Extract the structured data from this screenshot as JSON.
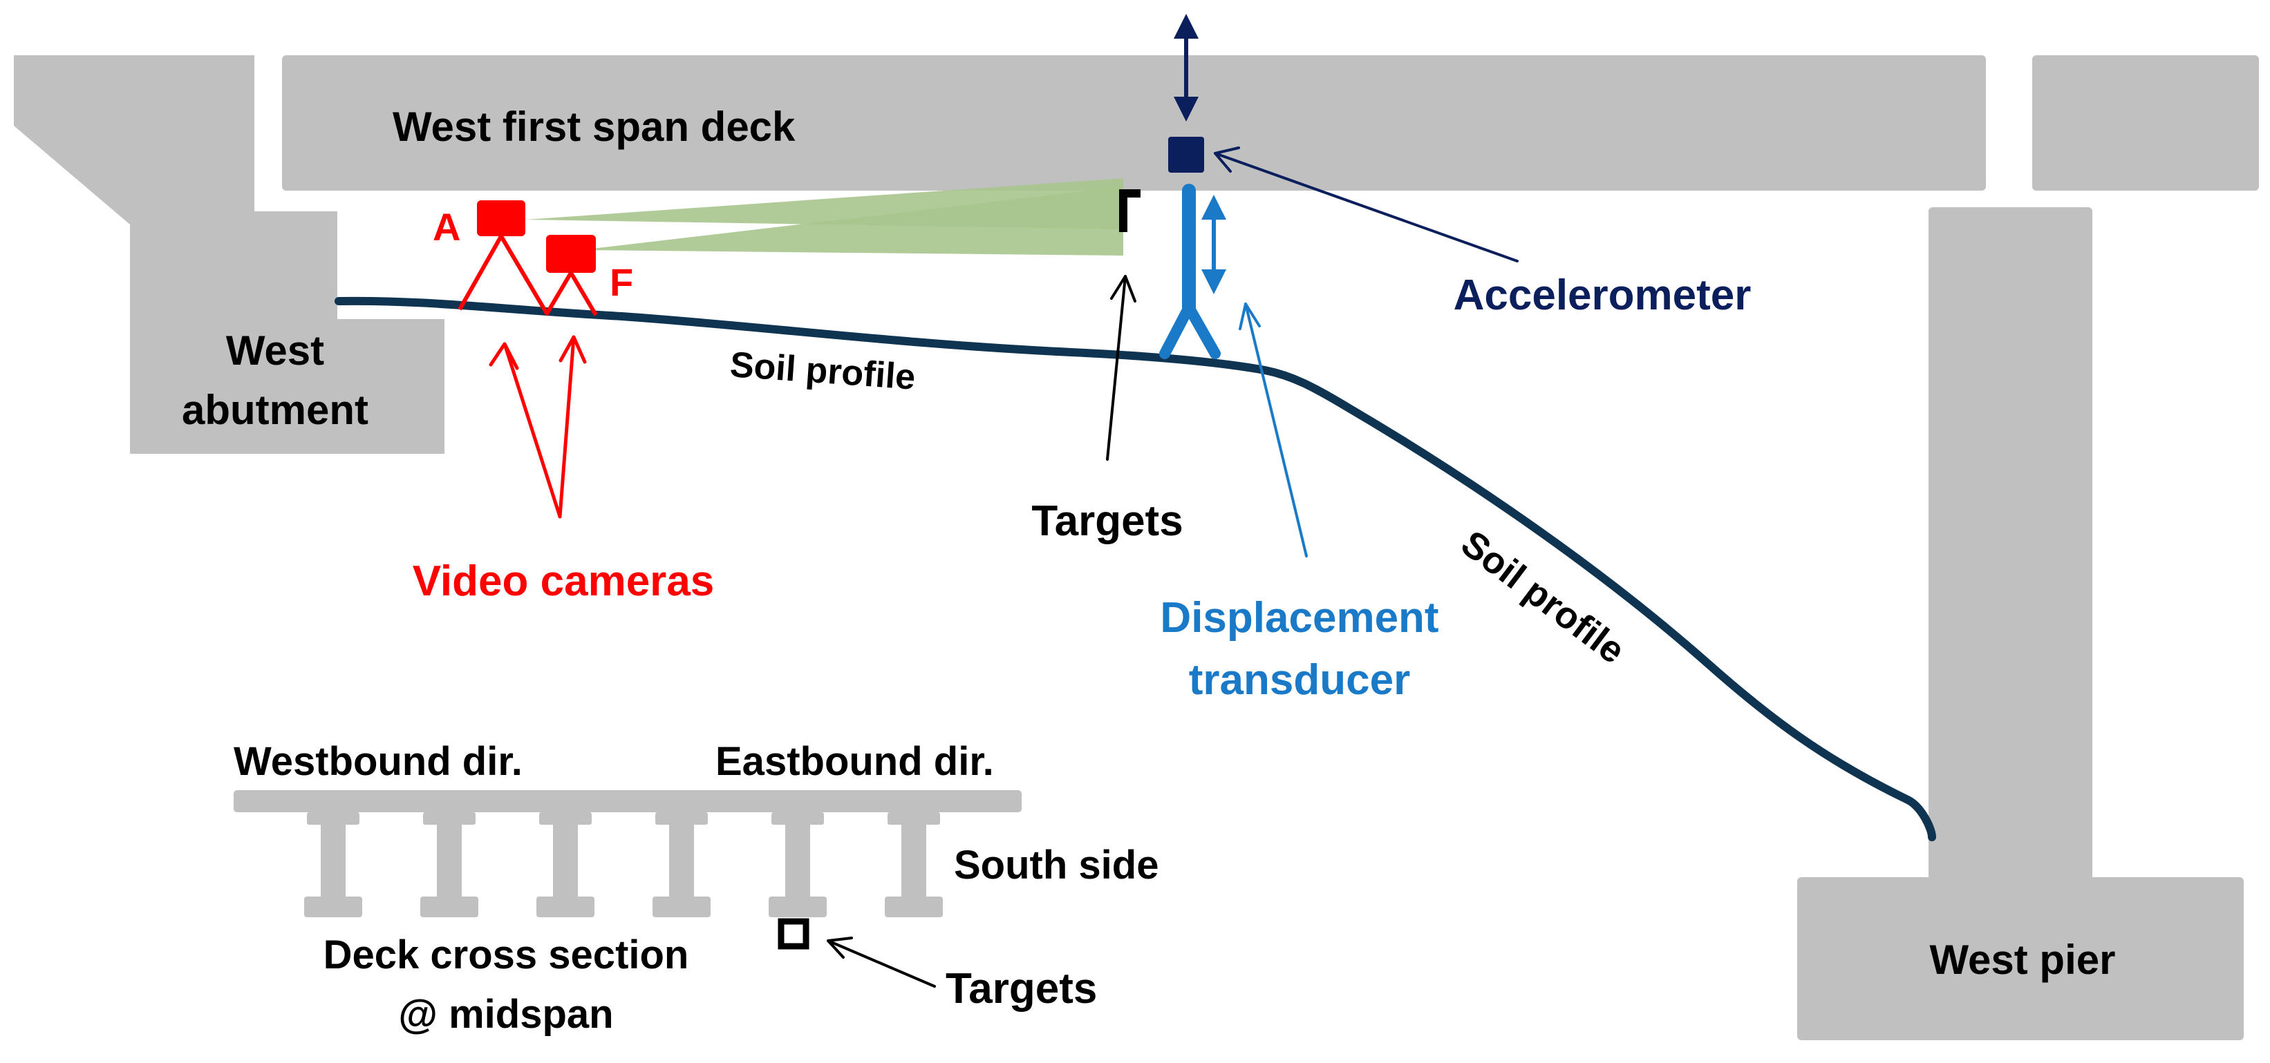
{
  "labels": {
    "deck": "West first span deck",
    "abutment_line1": "West",
    "abutment_line2": "abutment",
    "pier": "West pier",
    "camera_a": "A",
    "camera_f": "F",
    "video_cameras": "Video cameras",
    "targets": "Targets",
    "accelerometer": "Accelerometer",
    "displacement_line1": "Displacement",
    "displacement_line2": "transducer",
    "soil_profile": "Soil profile",
    "westbound": "Westbound dir.",
    "eastbound": "Eastbound dir.",
    "south_side": "South side",
    "cross_section_line1": "Deck cross section",
    "cross_section_line2": "@ midspan"
  },
  "colors": {
    "structure": "#c0c0c0",
    "soil": "#0e3452",
    "camera": "#ff0000",
    "field_of_view": "#a9c58d",
    "accelerometer": "#0a1f5c",
    "transducer": "#1a7ac8",
    "text": "#000000"
  },
  "icons": {
    "camera": "camera-icon",
    "accelerometer": "accelerometer-icon",
    "target": "target-icon"
  }
}
